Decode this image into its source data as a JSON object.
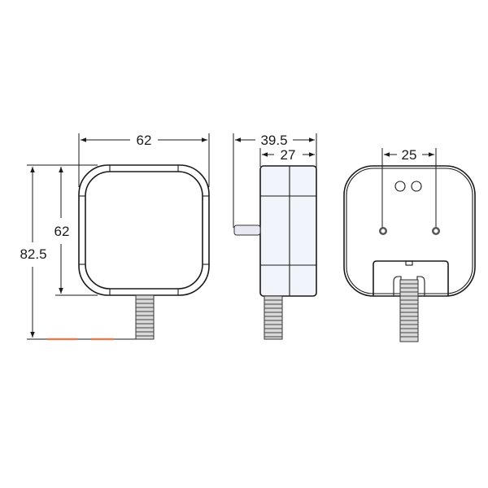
{
  "diagram": {
    "title": "",
    "views": [
      {
        "name": "front-view",
        "dimensions": {
          "width": "62",
          "height": "62",
          "overall_height": "82.5"
        }
      },
      {
        "name": "side-view",
        "dimensions": {
          "overall_depth": "39.5",
          "body_depth": "27"
        }
      },
      {
        "name": "rear-view",
        "dimensions": {
          "mounting_hole_spacing": "25"
        }
      }
    ],
    "labels": {
      "front_width": "62",
      "front_height": "62",
      "front_overall_height": "82.5",
      "side_overall_depth": "39.5",
      "side_body_depth": "27",
      "rear_hole_spacing": "25"
    },
    "colors": {
      "line": "#1a1a1a",
      "accent_line": "#d9825a",
      "cable": "#d9d9d9"
    }
  }
}
